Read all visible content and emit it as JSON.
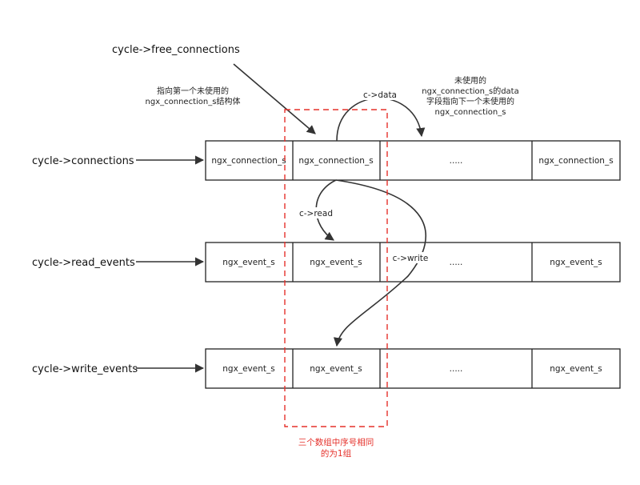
{
  "top_label": "cycle->free_connections",
  "rows": [
    {
      "label": "cycle->connections",
      "cells": [
        "ngx_connection_s",
        "ngx_connection_s",
        ".....",
        "ngx_connection_s"
      ]
    },
    {
      "label": "cycle->read_events",
      "cells": [
        "ngx_event_s",
        "ngx_event_s",
        ".....",
        "ngx_event_s"
      ]
    },
    {
      "label": "cycle->write_events",
      "cells": [
        "ngx_event_s",
        "ngx_event_s",
        ".....",
        "ngx_event_s"
      ]
    }
  ],
  "notes": {
    "first_unused": [
      "指向第一个未使用的",
      "ngx_connection_s结构体"
    ],
    "data_field": [
      "未使用的",
      "ngx_connection_s的data",
      "字段指向下一个未使用的",
      "ngx_connection_s"
    ]
  },
  "arrow_labels": {
    "data": "c->data",
    "read": "c->read",
    "write": "c->write"
  },
  "group_note": [
    "三个数组中序号相同",
    "的为1组"
  ],
  "colors": {
    "line": "#333333",
    "box_border": "#222222",
    "group_border": "#e5302a",
    "group_text": "#e5302a"
  }
}
